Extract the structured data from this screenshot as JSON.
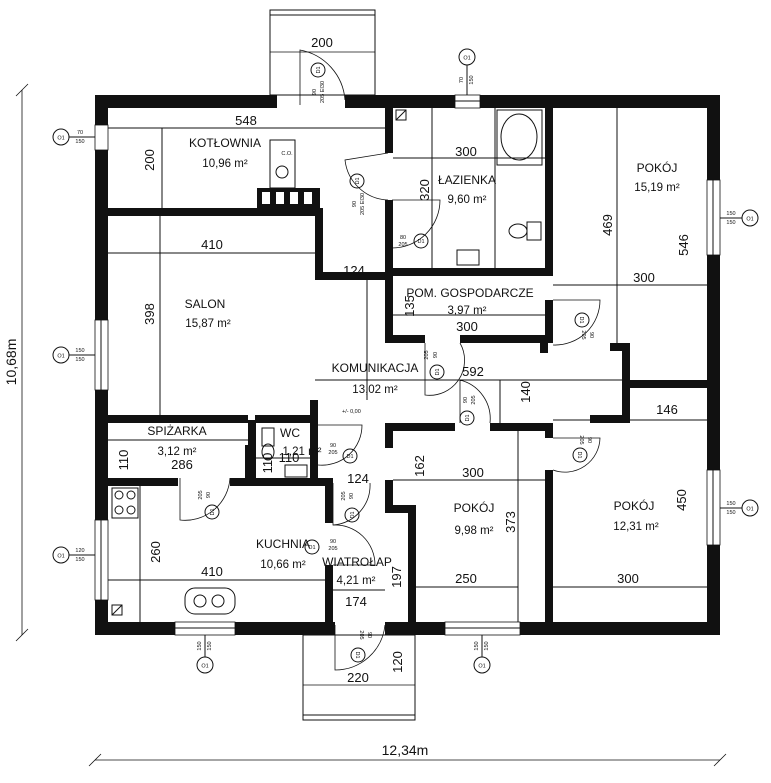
{
  "rooms": {
    "kotlownia": {
      "name": "KOTŁOWNIA",
      "area": "10,96 m²",
      "co": "C.O."
    },
    "lazienka": {
      "name": "ŁAZIENKA",
      "area": "9,60 m²"
    },
    "pokoj_ne": {
      "name": "POKÓJ",
      "area": "15,19 m²"
    },
    "salon": {
      "name": "SALON",
      "area": "15,87 m²"
    },
    "gospodarcze": {
      "name": "POM. GOSPODARCZE",
      "area": "3,97 m²"
    },
    "komunikacja": {
      "name": "KOMUNIKACJA",
      "area": "13,02 m²"
    },
    "spizarka": {
      "name": "SPIŻARKA",
      "area": "3,12 m²"
    },
    "wc": {
      "name": "WC",
      "area": "1,21 m²"
    },
    "pokoj_mid": {
      "name": "POKÓJ",
      "area": "9,98 m²"
    },
    "pokoj_se": {
      "name": "POKÓJ",
      "area": "12,31 m²"
    },
    "kuchnia": {
      "name": "KUCHNIA",
      "area": "10,66 m²"
    },
    "wiatrolap": {
      "name": "WIATROŁAP",
      "area": "4,21 m²"
    }
  },
  "dimensions": {
    "d200_top": "200",
    "d548": "548",
    "d300_laz": "300",
    "d200_kot": "200",
    "d320": "320",
    "d469": "469",
    "d546": "546",
    "d410_salon": "410",
    "d124_a": "124",
    "d300_ne": "300",
    "d398": "398",
    "d135": "135",
    "d300_gosp": "300",
    "d592": "592",
    "d140": "140",
    "d146": "146",
    "d110_spiz": "110",
    "d286": "286",
    "d110_wc": "110",
    "d124_b": "124",
    "d162": "162",
    "d300_mid": "300",
    "d373": "373",
    "d450": "450",
    "d260": "260",
    "d410_kuch": "410",
    "d197": "197",
    "d174": "174",
    "d250": "250",
    "d300_se": "300",
    "d120": "120",
    "d220": "220",
    "total_height": "10,68m",
    "total_width": "12,34m"
  },
  "windows": {
    "o1": "O1",
    "w70_150": [
      "70",
      "150"
    ],
    "w150_150": [
      "150",
      "150"
    ],
    "w120_150": [
      "120",
      "150"
    ]
  },
  "doors": {
    "d1": "D1",
    "d90_205": [
      "90",
      "205"
    ],
    "d80_205": [
      "80",
      "205"
    ],
    "d90_205_ei30": [
      "90",
      "205 EI30"
    ],
    "elev": "+/- 0,00"
  }
}
